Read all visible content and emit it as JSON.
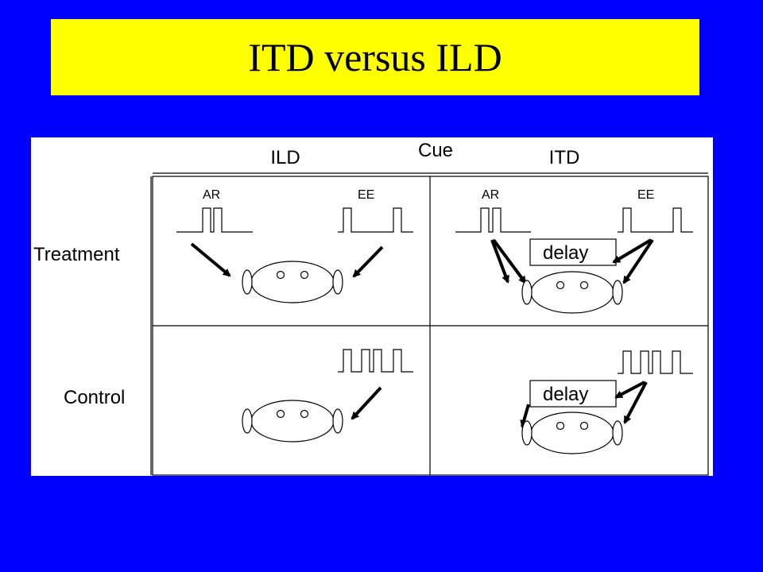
{
  "slide": {
    "title": "ITD versus ILD",
    "background_color": "#0000ff",
    "title_box_color": "#ffff00"
  },
  "diagram": {
    "cue_label": "Cue",
    "column_ild": "ILD",
    "column_itd": "ITD",
    "row_treatment": "Treatment",
    "row_control": "Control",
    "speaker_ar": "AR",
    "speaker_ee": "EE",
    "delay_label": "delay"
  }
}
